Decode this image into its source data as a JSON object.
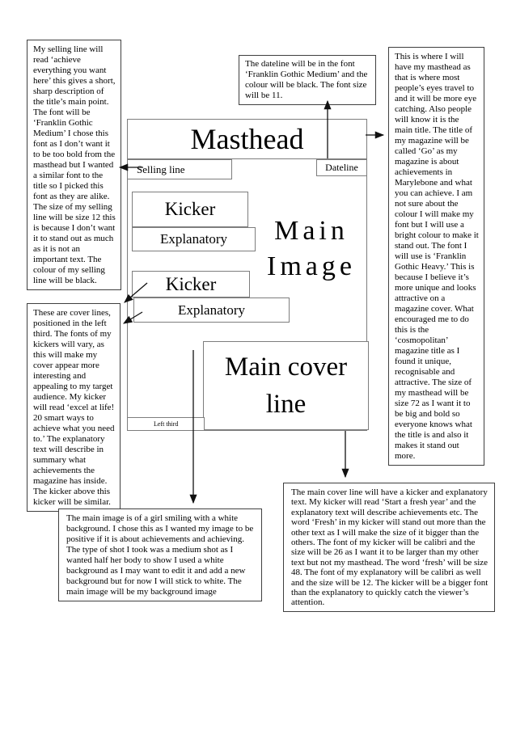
{
  "colors": {
    "text": "#000000",
    "background": "#ffffff",
    "annotation_border": "#3f3f3f",
    "wireframe_border": "#7d7d7d",
    "arrow": "#111111"
  },
  "wireframe": {
    "masthead": "Masthead",
    "selling_line": "Selling line",
    "dateline": "Dateline",
    "kicker1": "Kicker",
    "explanatory1": "Explanatory",
    "main_image_line1": "Main",
    "main_image_line2": "Image",
    "kicker2": "Kicker",
    "explanatory2": "Explanatory",
    "main_cover_line": "Main cover line",
    "left_third": "Left third"
  },
  "annotations": {
    "selling_line": "My selling line will read ‘achieve everything you want here’ this gives a short, sharp description of the title’s main point. The font will be ‘Franklin Gothic Medium’ I chose this font as I don’t want it to be too bold from the masthead but I wanted a similar font to the title so I picked this font as they are alike. The size of my selling line will be size 12 this is because I don’t want it to stand out as much as it is not an important text. The colour of my selling line will be black.",
    "dateline": "The dateline will be in the font ‘Franklin Gothic Medium’ and the colour will be black. The font size will be 11.",
    "masthead": "This is where I will have my masthead as that is where most people’s eyes travel to and it will be more eye catching. Also people will know it is the main title. The title of my magazine will be called ‘Go’ as my magazine is about achievements in Marylebone and what you can achieve. I am not sure about the colour I will make my font but I will use a bright colour to make it stand out. The font I will use is ‘Franklin Gothic Heavy.’ This is because I believe it’s more unique and looks attractive on a magazine cover. What encouraged me to do this is the ‘cosmopolitan’ magazine title as I found it unique, recognisable and attractive. The size of my masthead will be size 72 as I want it to be big and bold so everyone knows what the title is and also it makes it stand out more.",
    "cover_lines": "These are cover lines, positioned in the left third. The fonts of my kickers will vary, as this will make my cover appear more interesting and appealing to my target audience. My kicker will read ‘excel at life! 20 smart ways to achieve what you need to.’ The explanatory text will describe in summary what achievements the magazine has inside. The kicker above this kicker will be similar.",
    "main_image": "The main image is of a girl smiling with a white background. I chose this as I wanted my image to be positive if it is about achievements and achieving.  The type of shot I took was a medium shot as I wanted half her body to show I used a white background as I may want to edit it and add a new background but for now I will stick to white. The main image will be my background image",
    "main_cover_line": "The main cover line will have a kicker and explanatory text. My kicker will read ‘Start a fresh year’ and the explanatory text will describe achievements etc. The word ‘Fresh’ in my kicker will stand out more than the other text as I will make the size of it bigger than the others. The font of my kicker will be calibri and the size will be 26 as I want it to be larger than my other text but not my masthead. The word ‘fresh’ will be size 48. The font of my explanatory will be calibri as well and the size will be 12. The kicker will be a bigger font than the explanatory to quickly catch the viewer’s attention."
  },
  "arrows": [
    {
      "name": "arrow-selling-line",
      "from": "selling-line-box",
      "to": "selling-line-annotation"
    },
    {
      "name": "arrow-masthead",
      "from": "masthead-band",
      "to": "masthead-annotation"
    },
    {
      "name": "arrow-dateline",
      "from": "dateline-box",
      "to": "dateline-annotation"
    },
    {
      "name": "arrow-kicker",
      "from": "kicker2-box",
      "to": "cover-lines-annotation"
    },
    {
      "name": "arrow-explanatory",
      "from": "explanatory2-box",
      "to": "cover-lines-annotation"
    },
    {
      "name": "arrow-main-image",
      "from": "cover-centre",
      "to": "main-image-annotation"
    },
    {
      "name": "arrow-main-cover-line",
      "from": "main-cover-line-box",
      "to": "main-cover-line-annotation"
    }
  ]
}
